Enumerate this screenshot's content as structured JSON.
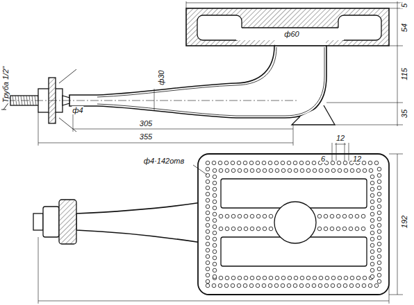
{
  "diagram": {
    "labels": [
      "5",
      "54",
      "115",
      "35",
      "ф60",
      "ф4",
      "ф30",
      "305",
      "355",
      "Труба 1/2\"",
      "ф4·142отв",
      "6",
      "12",
      "12",
      "192"
    ]
  }
}
